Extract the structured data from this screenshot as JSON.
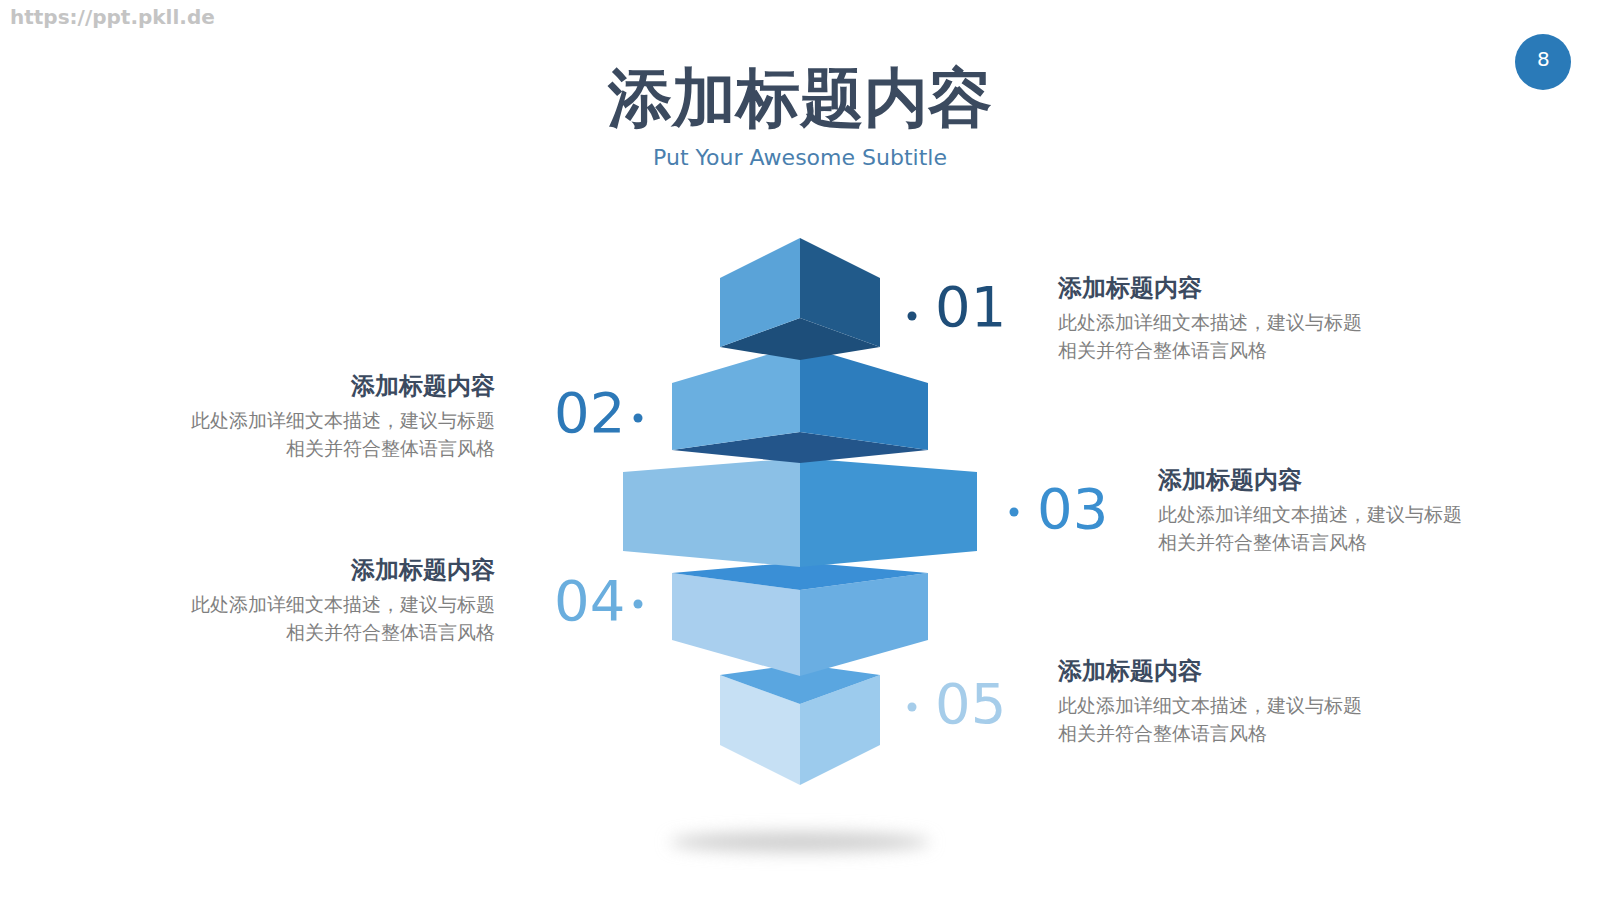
{
  "diagram": {
    "title": "添加标题内容",
    "caption": "Put Your Awesome Subtitle",
    "nodes": [
      {
        "text": [
          "添加标题内容",
          "此处添加详细文本描述，建议与标题相关并符合整体语言风格"
        ]
      },
      {
        "text": [
          "添加标题内容",
          "此处添加详细文本描述，建议与标题相关并符合整体语言风格"
        ]
      },
      {
        "text": [
          "添加标题内容",
          "此处添加详细文本描述，建议与标题相关并符合整体语言风格"
        ]
      },
      {
        "text": [
          "添加标题内容",
          "此处添加详细文本描述，建议与标题相关并符合整体语言风格"
        ]
      },
      {
        "text": [
          "添加标题内容",
          "此处添加详细文本描述，建议与标题相关并符合整体语言风格"
        ]
      }
    ],
    "labels": [
      "https://ppt.pkll.de",
      "8",
      "01",
      "02",
      "03",
      "04",
      "05"
    ]
  }
}
